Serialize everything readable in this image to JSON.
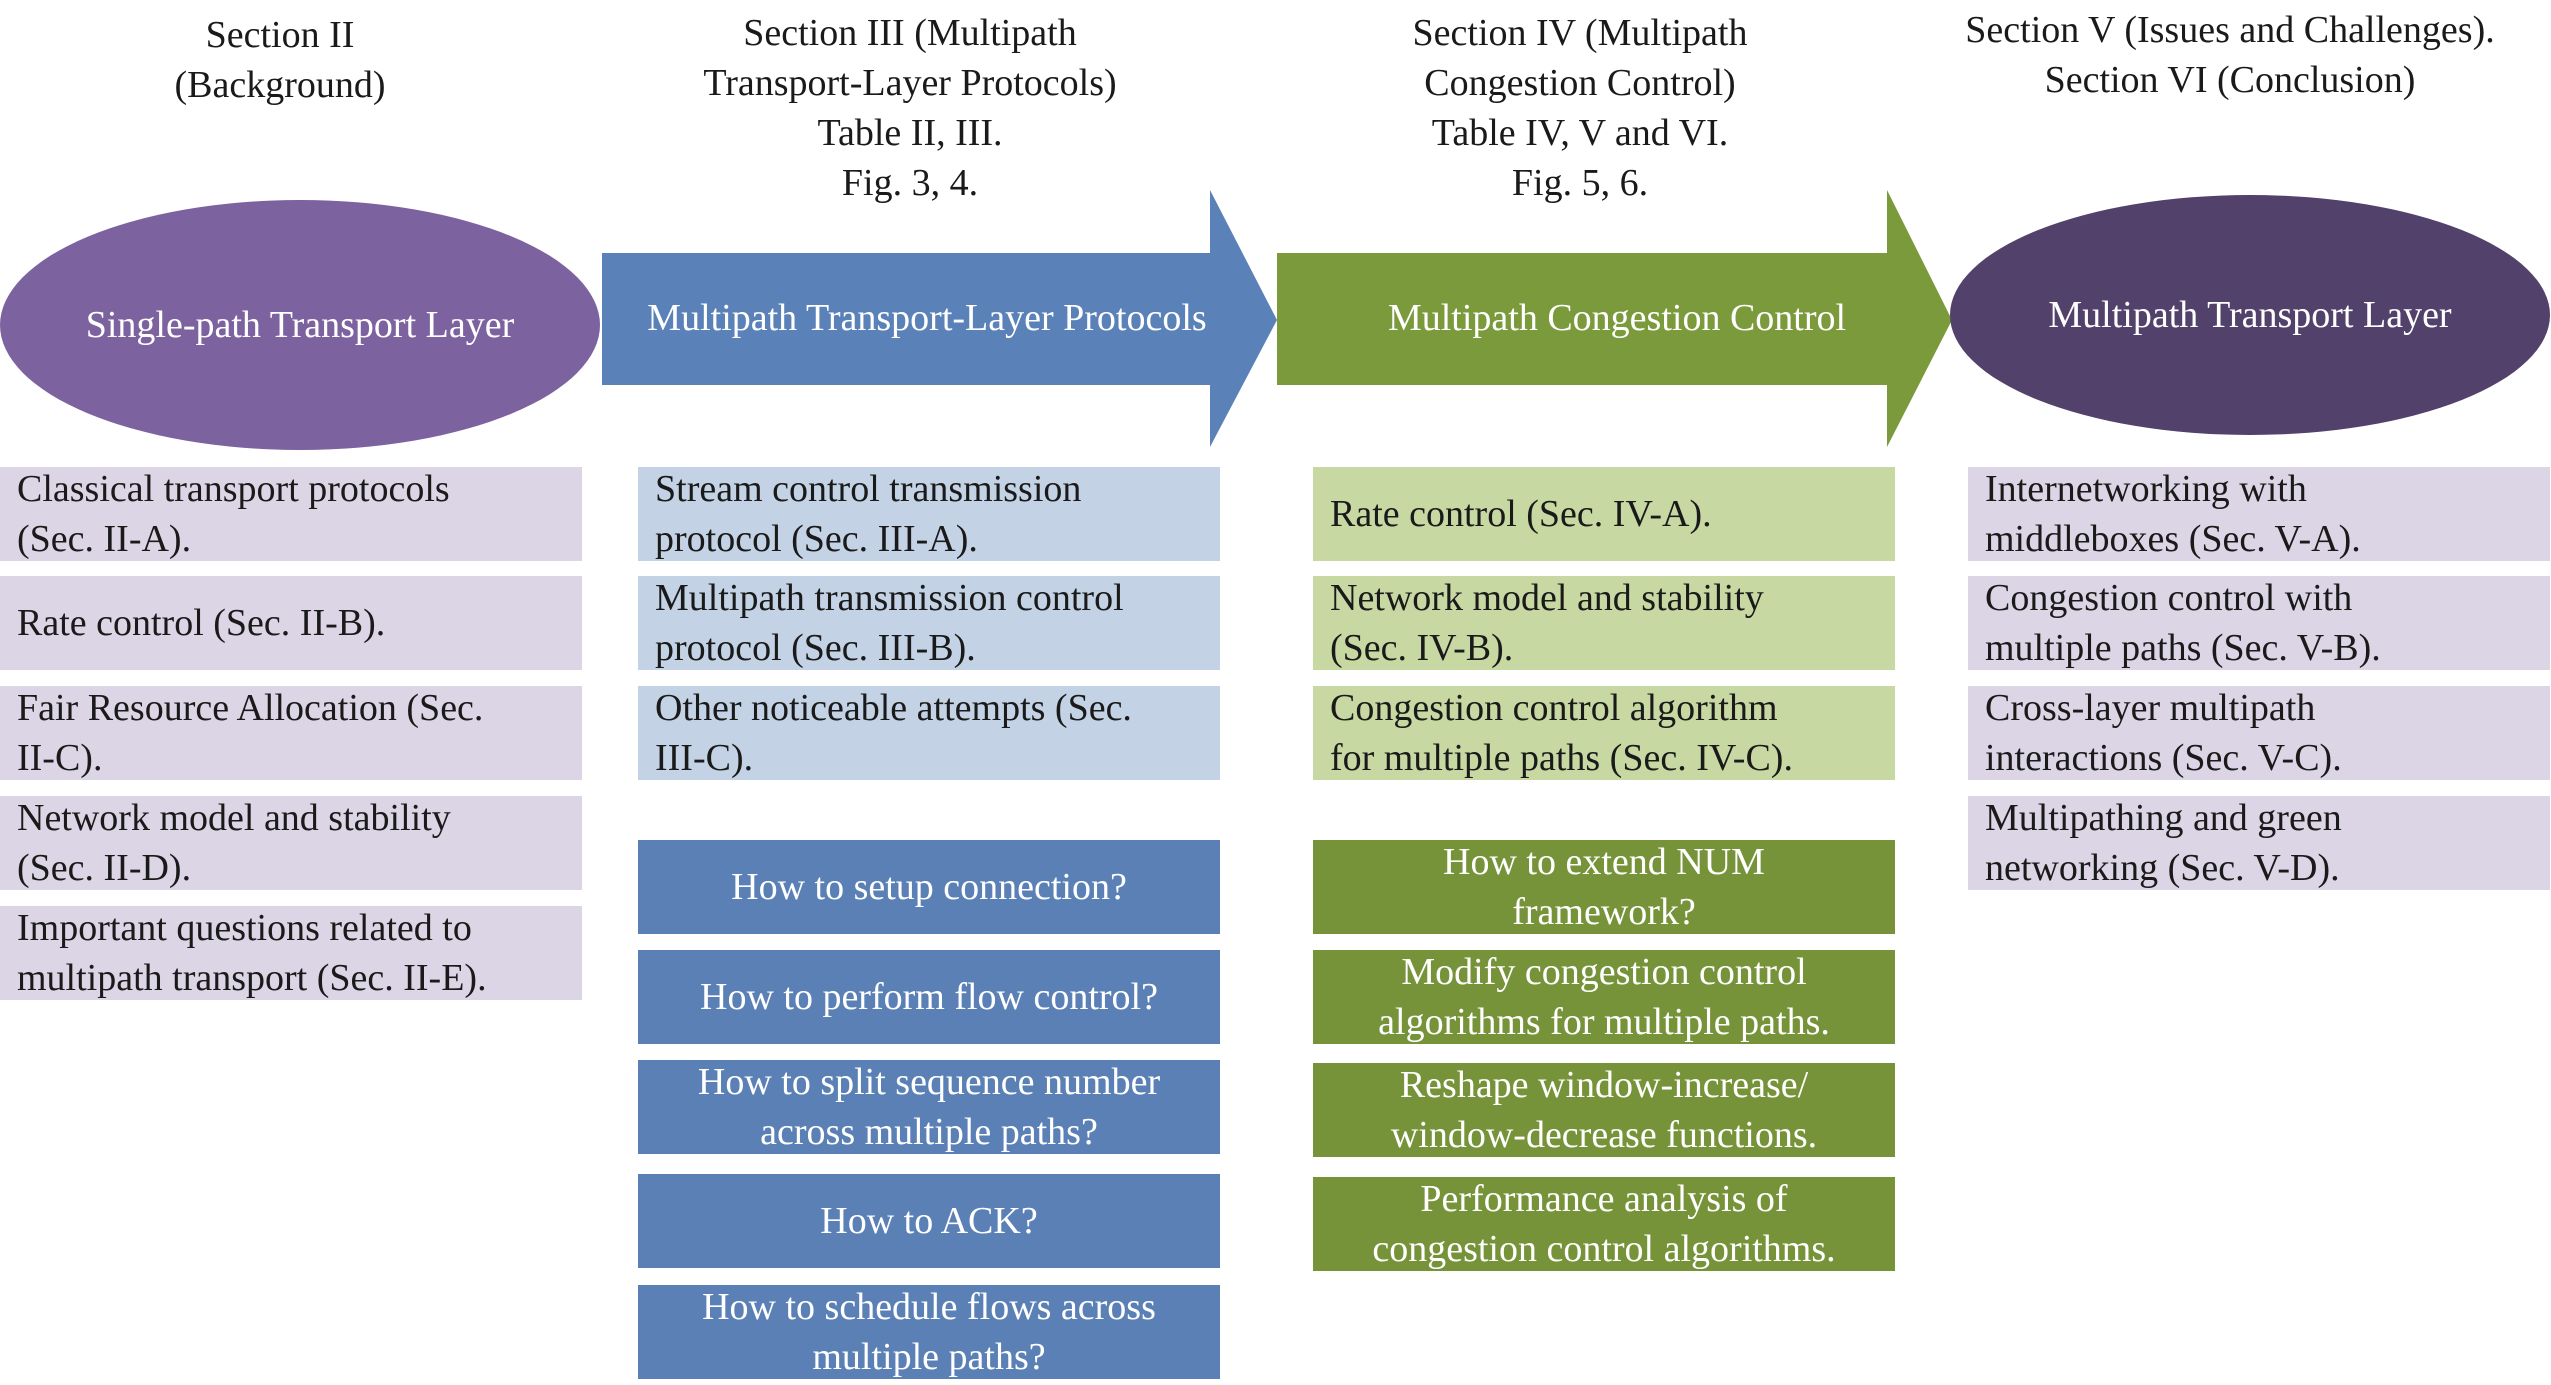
{
  "headers": [
    {
      "lines": [
        "Section II",
        "(Background)"
      ]
    },
    {
      "lines": [
        "Section III (Multipath",
        "Transport-Layer Protocols)",
        "Table II, III.",
        "Fig. 3, 4."
      ]
    },
    {
      "lines": [
        "Section IV (Multipath",
        "Congestion Control)",
        "Table IV, V and VI.",
        "Fig. 5, 6."
      ]
    },
    {
      "lines": [
        "Section V (Issues and Challenges).",
        "Section VI (Conclusion)"
      ]
    }
  ],
  "stages": [
    {
      "label": "Single-path Transport Layer",
      "color": "#7d62a0"
    },
    {
      "label": "Multipath Transport-Layer Protocols",
      "color": "#5b82b8"
    },
    {
      "label": "Multipath Congestion Control",
      "color": "#7b9a3c"
    },
    {
      "label": "Multipath Transport Layer",
      "color": "#52416b"
    }
  ],
  "col1_topics": [
    {
      "lines": [
        "Classical transport protocols",
        "(Sec. II-A)."
      ]
    },
    {
      "lines": [
        "Rate control (Sec. II-B)."
      ]
    },
    {
      "lines": [
        "Fair Resource Allocation (Sec.",
        "II-C)."
      ]
    },
    {
      "lines": [
        "Network model and stability",
        "(Sec. II-D)."
      ]
    },
    {
      "lines": [
        "Important questions related to",
        "multipath transport (Sec. II-E)."
      ]
    }
  ],
  "col2_topics": [
    {
      "lines": [
        "Stream control transmission",
        "protocol (Sec. III-A)."
      ]
    },
    {
      "lines": [
        "Multipath transmission control",
        "protocol (Sec. III-B)."
      ]
    },
    {
      "lines": [
        "Other noticeable attempts (Sec.",
        "III-C)."
      ]
    }
  ],
  "col2_questions": [
    {
      "lines": [
        "How to setup connection?"
      ]
    },
    {
      "lines": [
        "How to perform flow control?"
      ]
    },
    {
      "lines": [
        "How to split sequence number",
        "across multiple paths?"
      ]
    },
    {
      "lines": [
        "How to ACK?"
      ]
    },
    {
      "lines": [
        "How to schedule flows across",
        "multiple paths?"
      ]
    }
  ],
  "col3_topics": [
    {
      "lines": [
        "Rate control (Sec. IV-A)."
      ]
    },
    {
      "lines": [
        "Network model and stability",
        "(Sec. IV-B)."
      ]
    },
    {
      "lines": [
        "Congestion control algorithm",
        "for multiple paths (Sec. IV-C)."
      ]
    }
  ],
  "col3_questions": [
    {
      "lines": [
        "How to extend NUM",
        "framework?"
      ]
    },
    {
      "lines": [
        "Modify congestion control",
        "algorithms for multiple paths."
      ]
    },
    {
      "lines": [
        "Reshape window-increase/",
        "window-decrease functions."
      ]
    },
    {
      "lines": [
        "Performance analysis of",
        "congestion control algorithms."
      ]
    }
  ],
  "col4_topics": [
    {
      "lines": [
        "Internetworking with",
        "middleboxes (Sec. V-A)."
      ]
    },
    {
      "lines": [
        "Congestion control with",
        "multiple paths (Sec. V-B)."
      ]
    },
    {
      "lines": [
        "Cross-layer multipath",
        "interactions (Sec. V-C)."
      ]
    },
    {
      "lines": [
        "Multipathing and green",
        "networking (Sec. V-D)."
      ]
    }
  ]
}
